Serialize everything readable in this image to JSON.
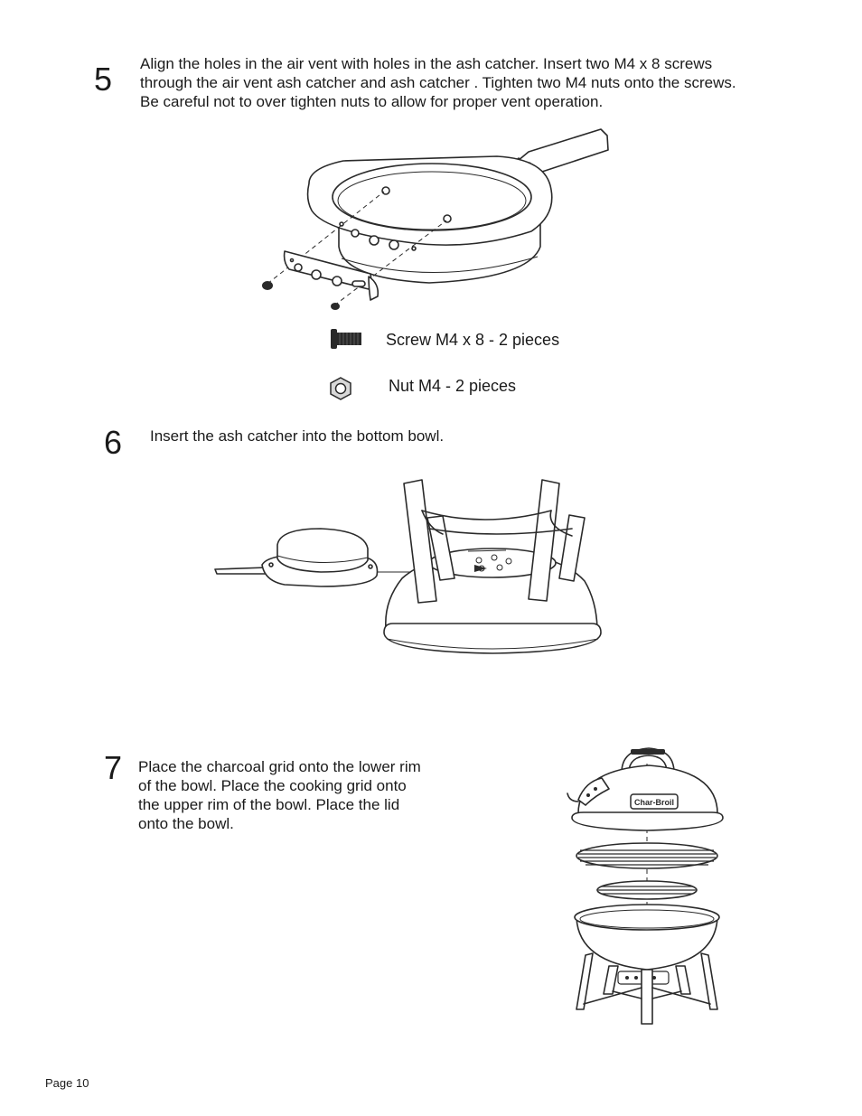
{
  "steps": [
    {
      "number": "5",
      "lines": [
        "Align the holes in the air vent with holes in the ash catcher.  Insert two M4 x 8 screws",
        "through the air vent ash catcher and ash catcher .  Tighten two M4 nuts onto the screws.",
        "Be careful not to over tighten nuts to allow for proper vent operation."
      ],
      "parts": [
        {
          "icon": "screw-icon",
          "label": "Screw M4 x 8 - 2 pieces"
        },
        {
          "icon": "nut-icon",
          "label": "Nut M4 - 2 pieces"
        }
      ]
    },
    {
      "number": "6",
      "lines": [
        "Insert the ash catcher into the bottom bowl."
      ]
    },
    {
      "number": "7",
      "lines": [
        "Place the charcoal grid onto the lower rim",
        "of the bowl.  Place the cooking grid onto",
        "the upper rim of the bowl.  Place the lid",
        "onto the bowl."
      ]
    }
  ],
  "lid_logo": "Char-Broil",
  "footer": {
    "page_label": "Page 10"
  }
}
